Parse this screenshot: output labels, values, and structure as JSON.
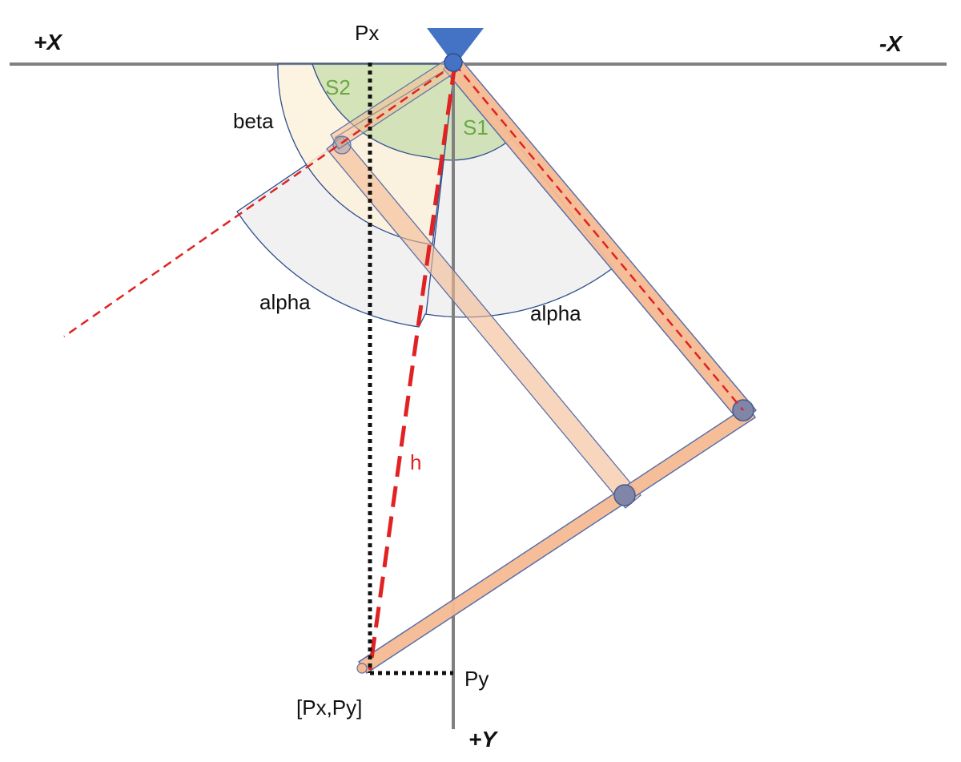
{
  "labels": {
    "plus_x": "+X",
    "minus_x": "-X",
    "plus_y": "+Y",
    "px": "Px",
    "py": "Py",
    "point": "[Px,Py]",
    "s1": "S1",
    "s2": "S2",
    "beta": "beta",
    "alpha_left": "alpha",
    "alpha_right": "alpha",
    "h": "h"
  },
  "colors": {
    "axis": "#808080",
    "arm_fill": "#f4bb93",
    "arm_stroke": "#5b6fa8",
    "joint_fill": "#7f86a8",
    "anchor": "#4472c4",
    "sector_outline": "#2f4f8f",
    "sector_alpha_fill": "#eeeeee",
    "sector_beta_fill": "#fdf1dc",
    "sector_s_fill": "#c9dfae",
    "red_dash": "#e02222",
    "black_dot": "#111111",
    "label_green": "#6aa844"
  }
}
